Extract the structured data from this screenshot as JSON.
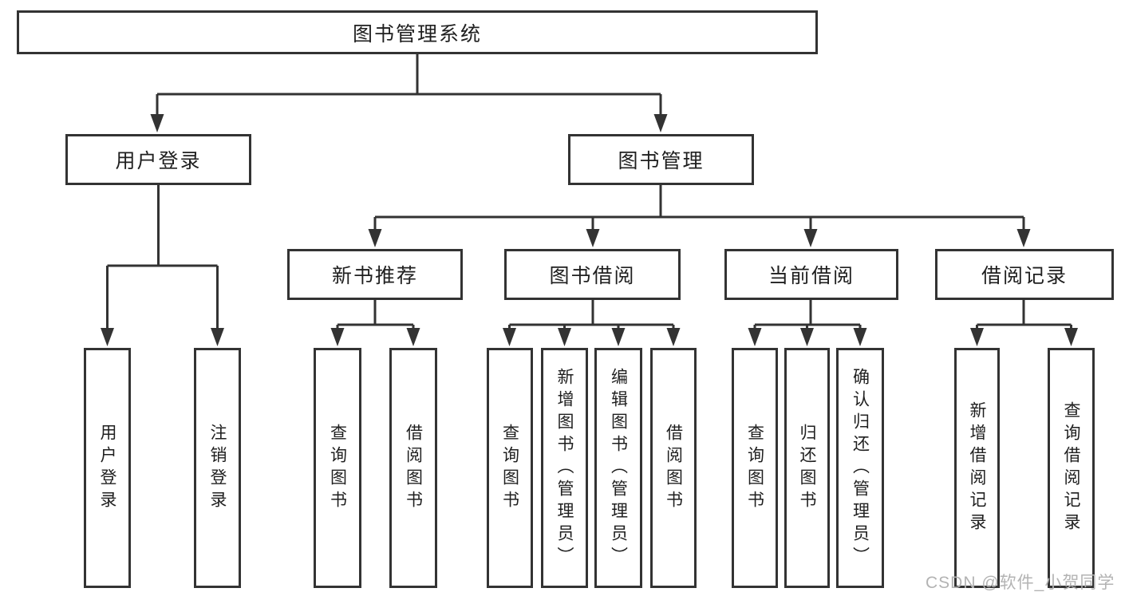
{
  "diagram": {
    "root": {
      "label": "图书管理系统"
    },
    "level2": [
      {
        "label": "用户登录"
      },
      {
        "label": "图书管理"
      }
    ],
    "level3": [
      {
        "label": "新书推荐"
      },
      {
        "label": "图书借阅"
      },
      {
        "label": "当前借阅"
      },
      {
        "label": "借阅记录"
      }
    ],
    "leaves": {
      "user_login": [
        "用户登录",
        "注销登录"
      ],
      "new_books": [
        "查询图书",
        "借阅图书"
      ],
      "book_borrow": [
        "查询图书",
        "新增图书（管理员）",
        "编辑图书（管理员）",
        "借阅图书"
      ],
      "current_borrow": [
        "查询图书",
        "归还图书",
        "确认归还（管理员）"
      ],
      "borrow_records": [
        "新增借阅记录",
        "查询借阅记录"
      ]
    },
    "colors": {
      "line": "#333333",
      "text": "#1f1f1f",
      "background": "#ffffff",
      "watermark": "#b3b3b3"
    }
  },
  "watermark": {
    "text": "CSDN @软件_小贺同学"
  }
}
